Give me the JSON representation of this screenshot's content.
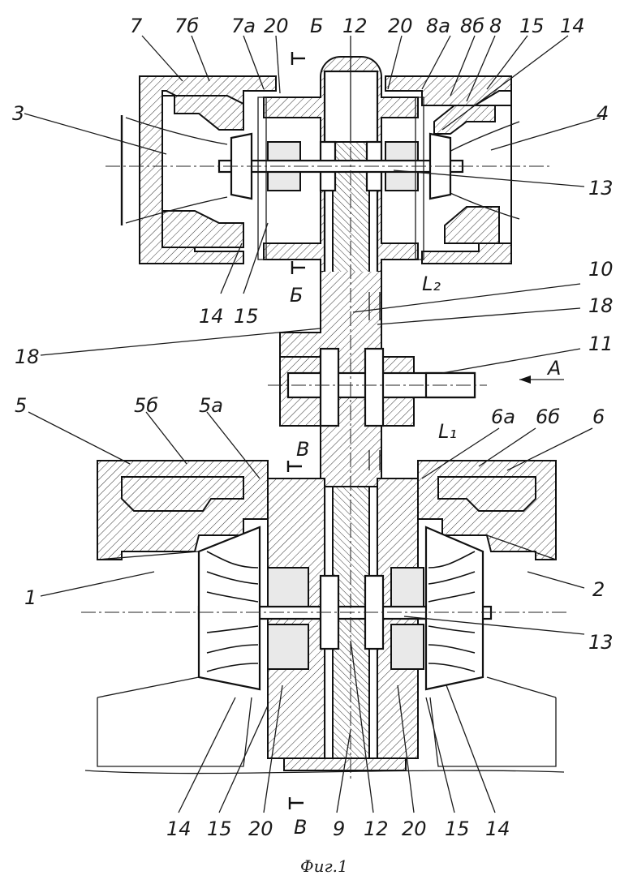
{
  "figure": {
    "caption": "Фиг.1",
    "labels": {
      "n1": "1",
      "n2": "2",
      "n3": "3",
      "n4": "4",
      "n5": "5",
      "n5a": "5а",
      "n5b": "5б",
      "n6": "6",
      "n6a": "6а",
      "n6b": "6б",
      "n7": "7",
      "n7a": "7а",
      "n7b": "7б",
      "n8": "8",
      "n8a": "8а",
      "n8b": "8б",
      "n9": "9",
      "n10": "10",
      "n11": "11",
      "n12": "12",
      "n13": "13",
      "n14": "14",
      "n15": "15",
      "n18": "18",
      "n20": "20",
      "sectionB1": "Б",
      "sectionV": "В",
      "viewA": "А",
      "L1": "L₁",
      "L2": "L₂"
    }
  }
}
